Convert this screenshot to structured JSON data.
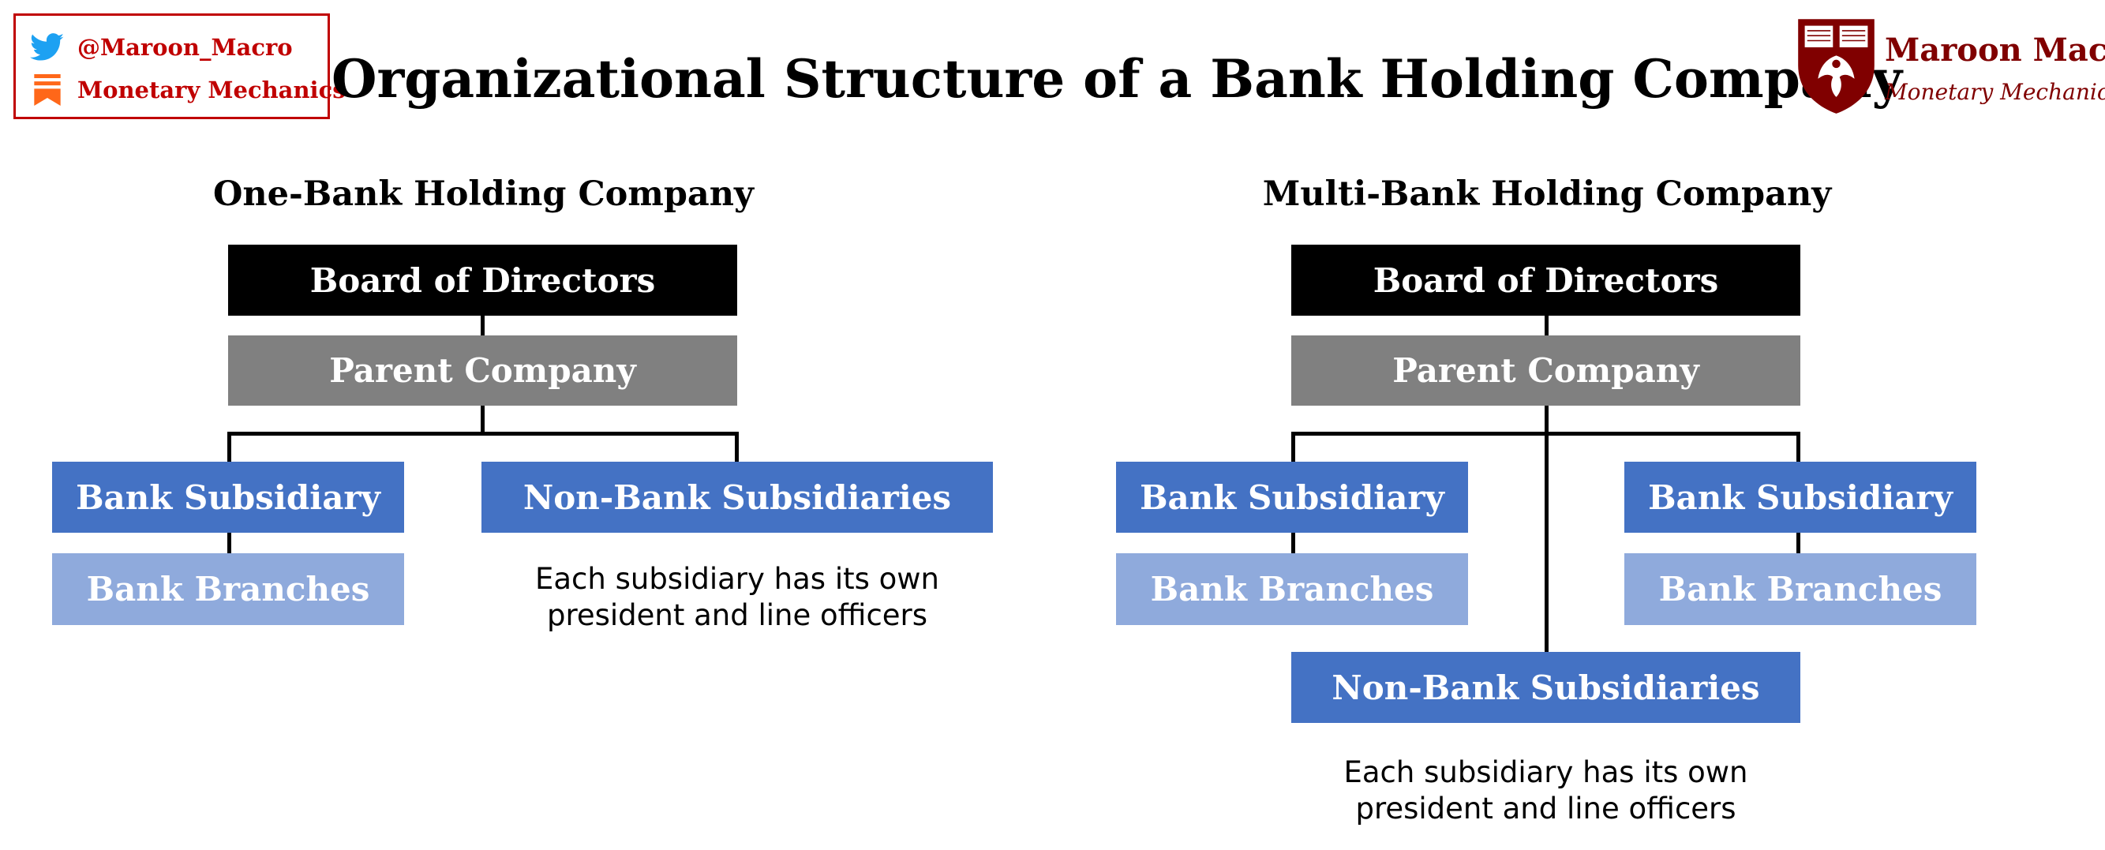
{
  "social": {
    "twitter_handle": "@Maroon_Macro",
    "newsletter": "Monetary Mechanics",
    "accent_color": "#c00000",
    "icons": [
      "twitter-bird-icon",
      "substack-icon"
    ]
  },
  "title": "Organizational Structure of a Bank Holding Company",
  "brand": {
    "name": "Maroon Macro",
    "tagline": "Monetary Mechanics",
    "color": "#800000",
    "logo_icon": "university-shield-icon"
  },
  "diagrams": {
    "one_bank": {
      "heading": "One-Bank Holding Company",
      "board": "Board of Directors",
      "parent": "Parent Company",
      "bank_subsidiary": "Bank Subsidiary",
      "bank_branches": "Bank Branches",
      "non_bank": "Non-Bank Subsidiaries",
      "note_line1": "Each subsidiary has its own",
      "note_line2": "president and line officers"
    },
    "multi_bank": {
      "heading": "Multi-Bank Holding Company",
      "board": "Board of Directors",
      "parent": "Parent Company",
      "bank_subsidiary_left": "Bank Subsidiary",
      "bank_branches_left": "Bank Branches",
      "bank_subsidiary_right": "Bank Subsidiary",
      "bank_branches_right": "Bank Branches",
      "non_bank": "Non-Bank Subsidiaries",
      "note_line1": "Each subsidiary has its own",
      "note_line2": "president and line officers"
    }
  },
  "colors": {
    "board": "#000000",
    "parent": "#808080",
    "subsidiary": "#4472c4",
    "branches": "#8faadc"
  }
}
